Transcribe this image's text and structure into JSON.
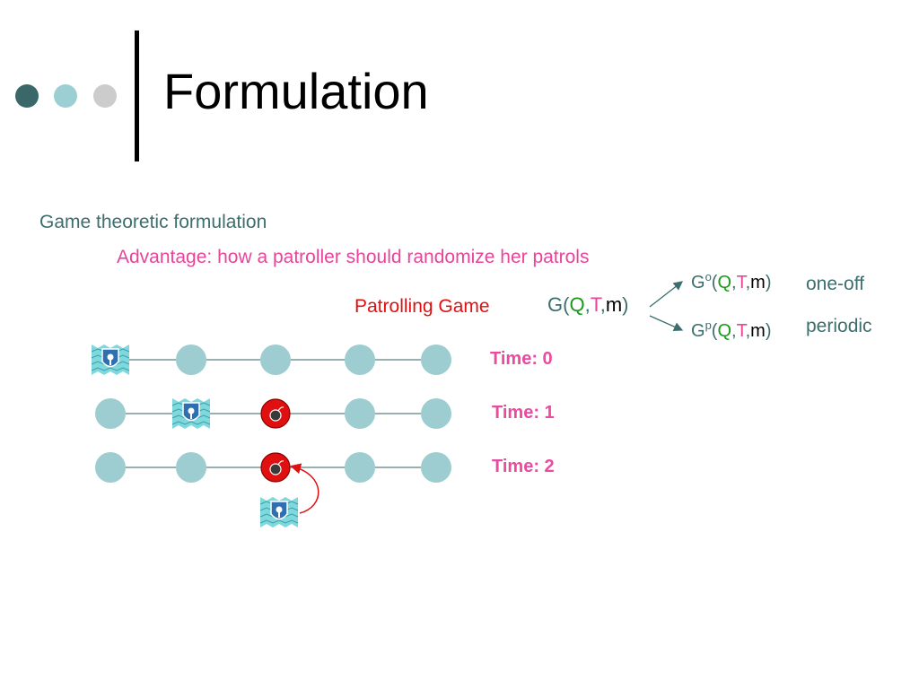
{
  "slide": {
    "title": "Formulation",
    "heading": "Game theoretic formulation",
    "advantage": "Advantage: how a patroller should randomize her patrols",
    "patrolling_game": "Patrolling Game",
    "game_notation": {
      "g": "G",
      "open": "(",
      "q": "Q",
      "comma1": ",",
      "t": "T",
      "comma2": ",",
      "m": "m",
      "close": ")",
      "sup_oneoff": "o",
      "sup_periodic": "p"
    },
    "variants": {
      "oneoff_label": "one-off",
      "periodic_label": "periodic"
    },
    "time_labels": [
      "Time: 0",
      "Time: 1",
      "Time: 2"
    ],
    "rows": [
      {
        "nodes": [
          "patroller",
          "empty",
          "empty",
          "empty",
          "empty"
        ]
      },
      {
        "nodes": [
          "empty",
          "patroller",
          "bomb",
          "empty",
          "empty"
        ]
      },
      {
        "nodes": [
          "empty",
          "empty",
          "bomb",
          "empty",
          "empty"
        ]
      }
    ],
    "extra_patroller_note": "patroller below node 3 at time 2, arrow pointing to bomb",
    "colors": {
      "dot_dark": "#3a6868",
      "dot_mid": "#9ccfd4",
      "dot_light": "#cccccc",
      "node": "#9dcdd0",
      "edge": "#5a8080",
      "bomb": "#e01010",
      "pink": "#e8459a",
      "teal": "#3c6e6e",
      "red": "#e01010",
      "green": "#1a9a1a"
    }
  }
}
